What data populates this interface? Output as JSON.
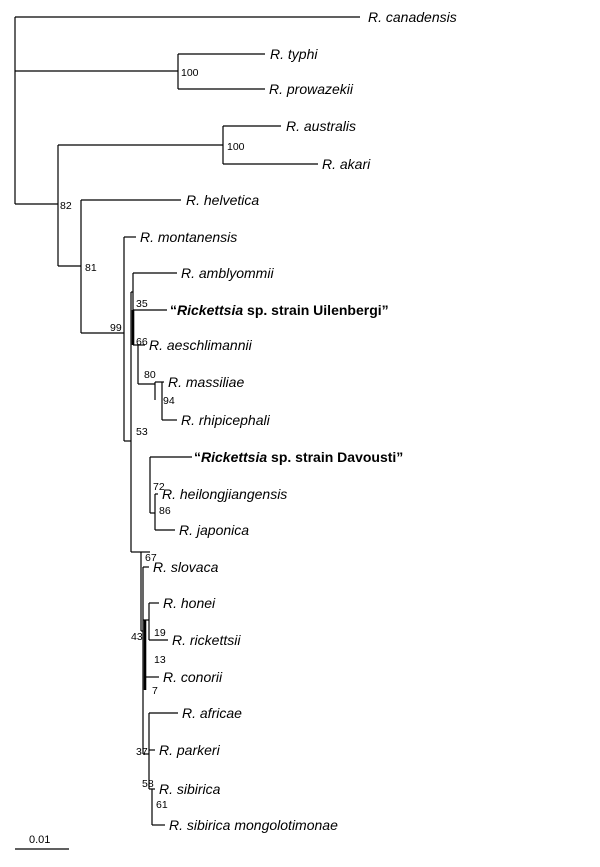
{
  "tree": {
    "taxa": {
      "canadensis": "R. canadensis",
      "typhi": "R. typhi",
      "prowazekii": "R. prowazekii",
      "australis": "R. australis",
      "akari": "R. akari",
      "helvetica": "R. helvetica",
      "montanensis": "R. montanensis",
      "amblyommii": "R. amblyommii",
      "uilenbergi": {
        "open_quote": "“",
        "genus": "Rickettsia",
        "rest": " sp. strain Uilenbergi”"
      },
      "aeschlimannii": "R. aeschlimannii",
      "massiliae": "R. massiliae",
      "rhipicephali": "R. rhipicephali",
      "davousti": {
        "open_quote": "“",
        "genus": "Rickettsia",
        "rest": " sp. strain Davousti”"
      },
      "heilongjiangensis": "R. heilongjiangensis",
      "japonica": "R. japonica",
      "slovaca": "R. slovaca",
      "honei": "R. honei",
      "rickettsii": "R. rickettsii",
      "conorii": "R. conorii",
      "africae": "R. africae",
      "parkeri": "R. parkeri",
      "sibirica": "R. sibirica",
      "sibirica_mongolotimonae": "R. sibirica mongolotimonae"
    },
    "support": {
      "typhus_group": "100",
      "australis_akari": "100",
      "node_82": "82",
      "node_81": "81",
      "node_99": "99",
      "node_35": "35",
      "node_66": "66",
      "node_80": "80",
      "node_94": "94",
      "node_53": "53",
      "node_72": "72",
      "node_86": "86",
      "node_67": "67",
      "node_43": "43",
      "node_19": "19",
      "node_13": "13",
      "node_7": "7",
      "node_37": "37",
      "node_58": "58",
      "node_61": "61"
    },
    "scale_bar": "0.01"
  }
}
